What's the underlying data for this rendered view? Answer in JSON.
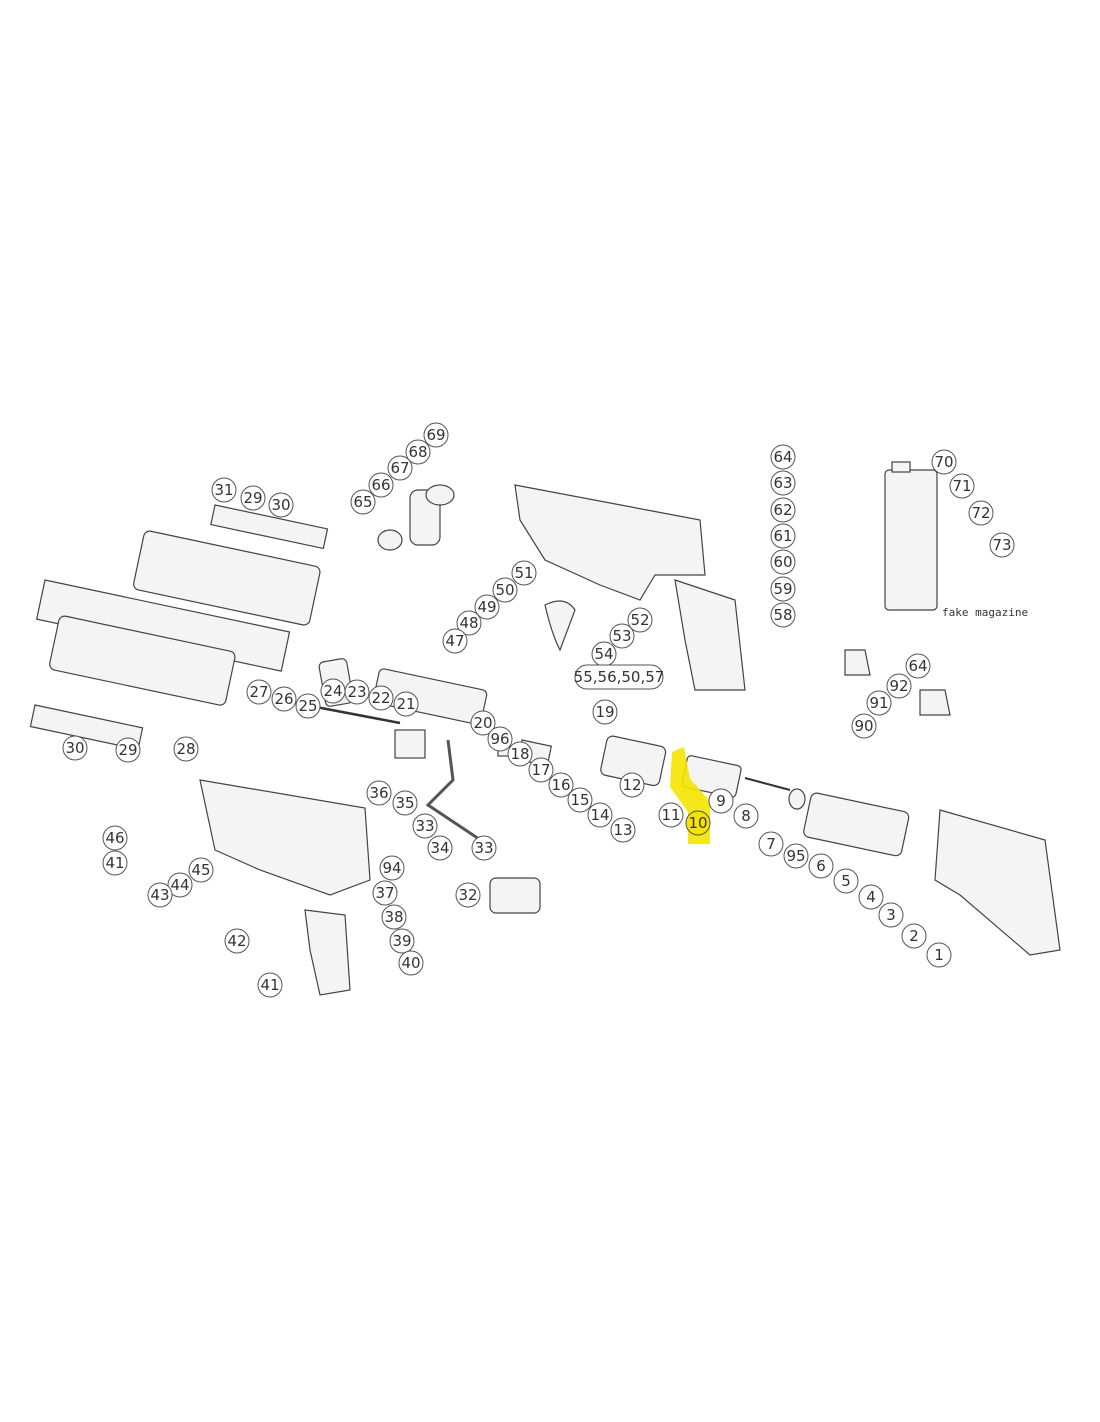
{
  "title": "Exploded parts diagram",
  "highlight_color": "#f5e400",
  "highlighted_part": "10",
  "magazine_note": "fake magazine",
  "callouts": [
    "69",
    "68",
    "67",
    "66",
    "65",
    "31",
    "29",
    "30",
    "64",
    "63",
    "62",
    "61",
    "60",
    "59",
    "58",
    "70",
    "71",
    "72",
    "73",
    "51",
    "50",
    "49",
    "48",
    "47",
    "53",
    "52",
    "54",
    "55,56,50,57",
    "64",
    "92",
    "91",
    "90",
    "27",
    "26",
    "24",
    "23",
    "22",
    "21",
    "25",
    "30",
    "29",
    "28",
    "19",
    "20",
    "96",
    "18",
    "17",
    "16",
    "15",
    "14",
    "13",
    "12",
    "11",
    "10",
    "9",
    "8",
    "7",
    "95",
    "6",
    "5",
    "4",
    "3",
    "2",
    "1",
    "36",
    "35",
    "33",
    "34",
    "94",
    "33",
    "32",
    "46",
    "41",
    "45",
    "44",
    "43",
    "42",
    "37",
    "38",
    "39",
    "40",
    "41"
  ]
}
